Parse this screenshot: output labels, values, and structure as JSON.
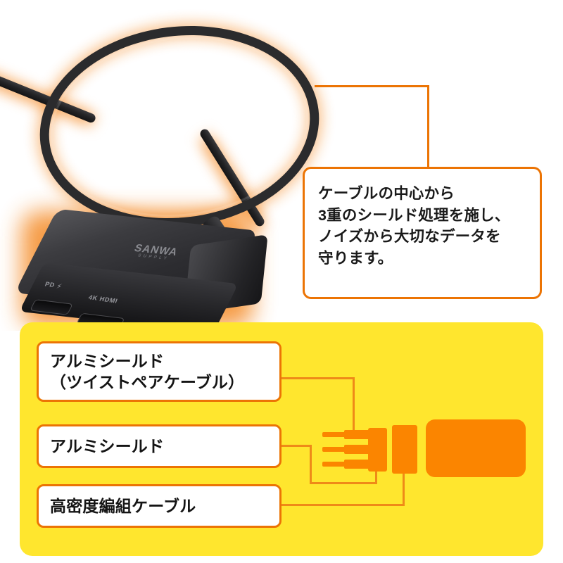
{
  "product": {
    "brand": "SANWA",
    "brand_sub": "SUPPLY",
    "ports": [
      {
        "id": "pd",
        "label": "PD",
        "icon": "lightning-bolt-icon",
        "glyph": "⚡"
      },
      {
        "id": "hdmi",
        "label": "4K HDMI"
      }
    ]
  },
  "callout": {
    "text": "ケーブルの中心から\n3重のシールド処理を施し、\nノイズから大切なデータを\n守ります。"
  },
  "diagram": {
    "labels": [
      {
        "id": "alumi-shield-twisted-pair",
        "text": "アルミシールド\n（ツイストペアケーブル）"
      },
      {
        "id": "alumi-shield",
        "text": "アルミシールド"
      },
      {
        "id": "high-density-braid",
        "text": "高密度編組ケーブル"
      }
    ],
    "layers": [
      {
        "id": "twisted-pair-wires",
        "count": 3
      },
      {
        "id": "inner-shield-bar"
      },
      {
        "id": "outer-shield-bar"
      },
      {
        "id": "braid-jacket"
      }
    ]
  },
  "colors": {
    "accent_orange": "#ec7404",
    "graphic_orange": "#fb8500",
    "panel_yellow": "#ffe62e",
    "glow_orange": "#f59132",
    "text_dark": "#141414",
    "device_black": "#2b2b2d"
  }
}
